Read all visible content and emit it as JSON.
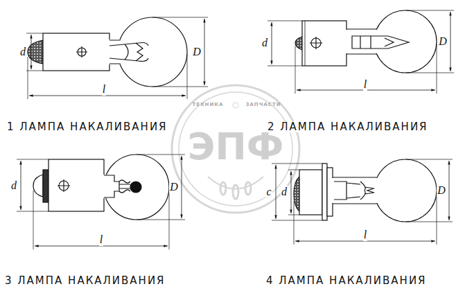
{
  "diagram": {
    "labels": [
      "ТЕХНИКА",
      "ЗАПЧАСТИ",
      "ЭПФ",
      "d",
      "D",
      "l",
      "1 ЛАМПА НАКАЛИВАНИЯ",
      "d",
      "D",
      "l",
      "2 ЛАМПА НАКАЛИВАНИЯ",
      "d",
      "D",
      "l",
      "3 ЛАМПА НАКАЛИВАНИЯ",
      "c",
      "d",
      "D",
      "l",
      "4 ЛАМПА НАКАЛИВАНИЯ"
    ]
  }
}
